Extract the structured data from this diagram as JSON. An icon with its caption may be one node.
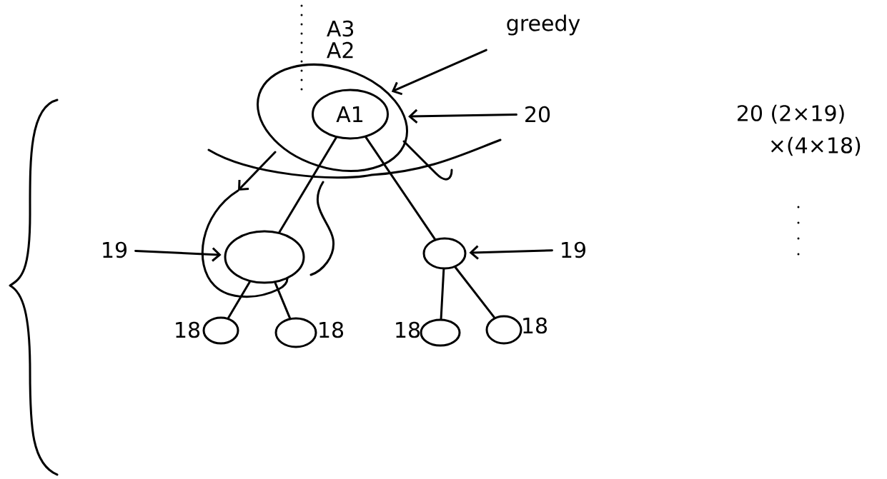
{
  "diagram": {
    "nodes": [
      {
        "text": [],
        "shape": "circle"
      },
      {
        "text": [
          "A1"
        ],
        "in": 0
      },
      {
        "text": [],
        "shape": "circle"
      },
      {
        "text": [],
        "shape": "circle"
      },
      {
        "text": [],
        "shape": "circle",
        "beside": [
          "18"
        ]
      },
      {
        "text": [],
        "shape": "circle",
        "beside": [
          "18"
        ]
      },
      {
        "text": [],
        "shape": "circle",
        "beside": [
          "18"
        ]
      },
      {
        "text": [],
        "shape": "circle",
        "beside": [
          "18"
        ]
      },
      {
        "text": [
          "greedy"
        ]
      },
      {
        "text": [
          "20"
        ]
      },
      {
        "text": [
          "19"
        ]
      },
      {
        "text": [
          "19"
        ]
      }
    ],
    "edges": [
      {
        "from": 1,
        "to": 2,
        "arrow": "none"
      },
      {
        "from": 1,
        "to": 3,
        "arrow": "none"
      },
      {
        "from": 2,
        "to": 4,
        "arrow": "none"
      },
      {
        "from": 2,
        "to": 5,
        "arrow": "none"
      },
      {
        "from": 3,
        "to": 6,
        "arrow": "none"
      },
      {
        "from": 3,
        "to": 7,
        "arrow": "none"
      },
      {
        "from": 8,
        "to": 0,
        "arrow": "to"
      },
      {
        "from": 9,
        "to": 0,
        "arrow": "to"
      },
      {
        "from": 10,
        "to": 2,
        "arrow": "to"
      },
      {
        "from": 11,
        "to": 3,
        "arrow": "to"
      }
    ],
    "labels": [
      "A3",
      "A2",
      "20 (2×19)",
      "×(4×18)"
    ]
  }
}
